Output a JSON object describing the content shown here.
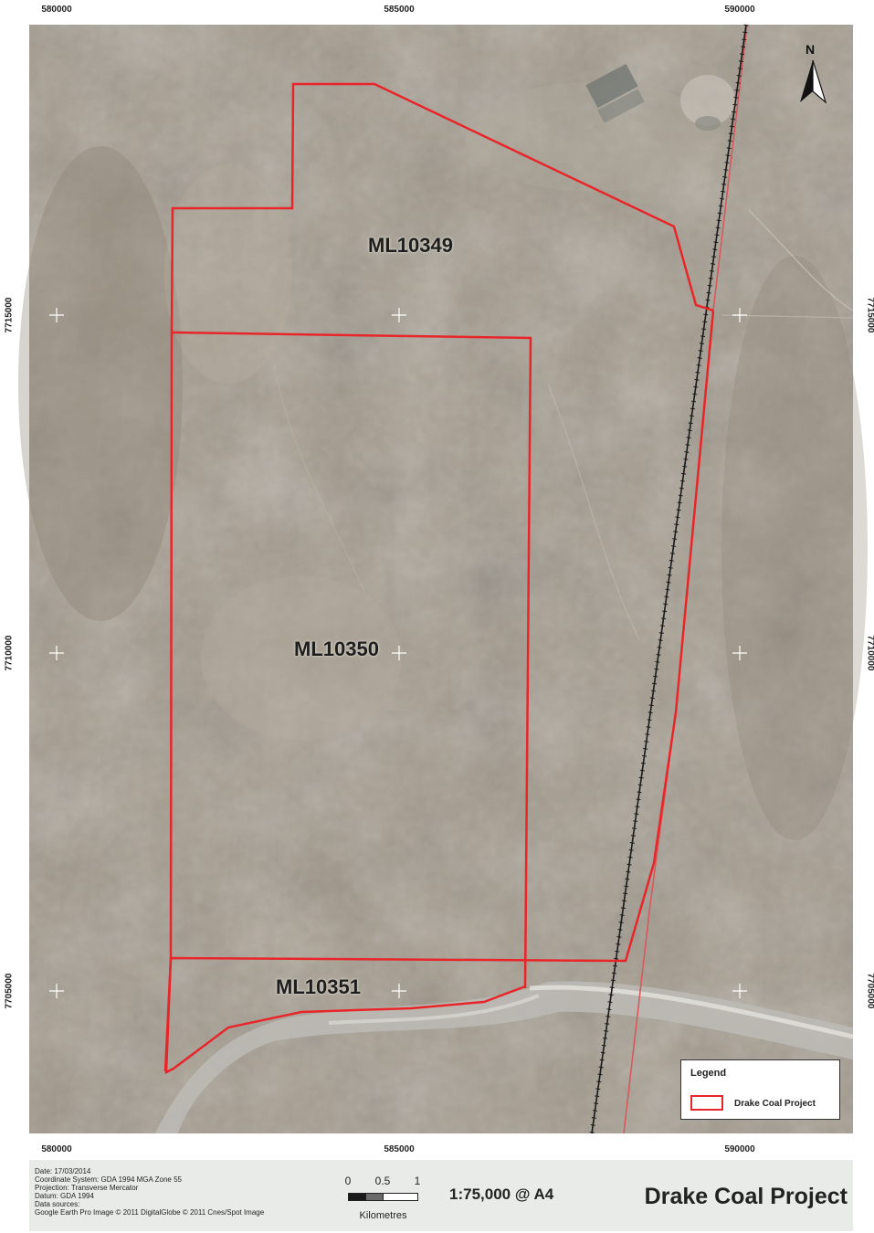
{
  "map": {
    "grid": {
      "eastings": [
        "580000",
        "585000",
        "590000"
      ],
      "northings": [
        "7715000",
        "7710000",
        "7705000"
      ]
    },
    "north_arrow": {
      "label": "N"
    },
    "leases": [
      {
        "id": "ML10349",
        "label": "ML10349"
      },
      {
        "id": "ML10350",
        "label": "ML10350"
      },
      {
        "id": "ML10351",
        "label": "ML10351"
      }
    ],
    "colors": {
      "boundary": "#e8262a",
      "railway": "#1a1a1a",
      "road": "#d8585c"
    },
    "legend": {
      "title": "Legend",
      "items": [
        {
          "label": "Drake Coal Project",
          "color": "#e8262a"
        }
      ]
    }
  },
  "footer": {
    "metadata": [
      "Date: 17/03/2014",
      "Coordinate System: GDA 1994 MGA Zone 55",
      "Projection: Transverse Mercator",
      "Datum: GDA 1994",
      "Data sources:",
      "Google Earth Pro Image © 2011 DigitalGlobe © 2011 Cnes/Spot Image"
    ],
    "scalebar": {
      "ticks": [
        "0",
        "0.5",
        "1"
      ],
      "units": "Kilometres"
    },
    "scale": "1:75,000 @ A4",
    "title": "Drake Coal Project"
  }
}
